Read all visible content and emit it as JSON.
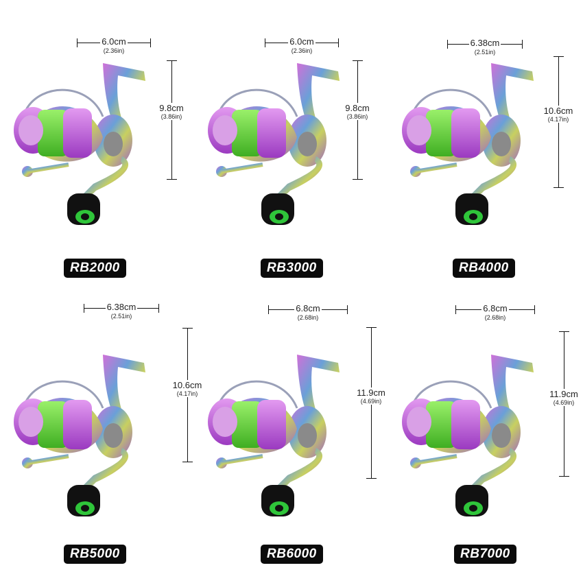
{
  "colors": {
    "spool_green": "#5fd63a",
    "spool_purple": "#c060e0",
    "frame_chrome": "#7c70b8",
    "knob": "#111111",
    "badge_bg": "#0b0b0b"
  },
  "reels": [
    {
      "model": "RB2000",
      "width_cm": "6.0cm",
      "width_in": "(2.36in)",
      "height_cm": "9.8cm",
      "height_in": "(3.86in)"
    },
    {
      "model": "RB3000",
      "width_cm": "6.0cm",
      "width_in": "(2.36in)",
      "height_cm": "9.8cm",
      "height_in": "(3.86in)"
    },
    {
      "model": "RB4000",
      "width_cm": "6.38cm",
      "width_in": "(2.51in)",
      "height_cm": "10.6cm",
      "height_in": "(4.17in)"
    },
    {
      "model": "RB5000",
      "width_cm": "6.38cm",
      "width_in": "(2.51in)",
      "height_cm": "10.6cm",
      "height_in": "(4.17in)"
    },
    {
      "model": "RB6000",
      "width_cm": "6.8cm",
      "width_in": "(2.68in)",
      "height_cm": "11.9cm",
      "height_in": "(4.69in)"
    },
    {
      "model": "RB7000",
      "width_cm": "6.8cm",
      "width_in": "(2.68in)",
      "height_cm": "11.9cm",
      "height_in": "(4.69in)"
    }
  ]
}
